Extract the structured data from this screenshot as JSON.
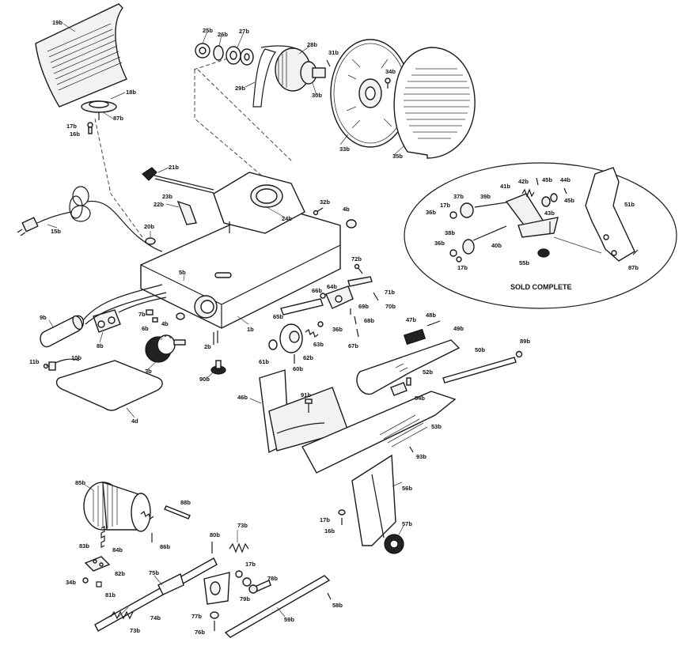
{
  "caption": "SOLD COMPLETE",
  "labels": [
    "19b",
    "18b",
    "87b",
    "17b",
    "16b",
    "25b",
    "26b",
    "27b",
    "28b",
    "31b",
    "29b",
    "30b",
    "34b",
    "33b",
    "35b",
    "21b",
    "22b",
    "23b",
    "24b",
    "32b",
    "4b",
    "15b",
    "20b",
    "1b",
    "5b",
    "72b",
    "66b",
    "64b",
    "71b",
    "69b",
    "70b",
    "68b",
    "67b",
    "65b",
    "63b",
    "36b",
    "62b",
    "61b",
    "60b",
    "9b",
    "8b",
    "7b",
    "6b",
    "4b",
    "2b",
    "3b",
    "11b",
    "10b",
    "90b",
    "4d",
    "47b",
    "48b",
    "49b",
    "50b",
    "89b",
    "52b",
    "54b",
    "53b",
    "46b",
    "91b",
    "93b",
    "56b",
    "17b",
    "16b",
    "57b",
    "85b",
    "88b",
    "86b",
    "83b",
    "84b",
    "82b",
    "34b",
    "81b",
    "80b",
    "73b",
    "75b",
    "17b",
    "79b",
    "78b",
    "74b",
    "77b",
    "76b",
    "73b",
    "59b",
    "58b",
    "37b",
    "39b",
    "41b",
    "42b",
    "45b",
    "44b",
    "45b",
    "36b",
    "17b",
    "43b",
    "38b",
    "36b",
    "40b",
    "17b",
    "55b",
    "51b",
    "87b"
  ],
  "colors": {
    "outline": "#1a1a1a",
    "fill": "#f2f2f2",
    "background": "#ffffff"
  }
}
